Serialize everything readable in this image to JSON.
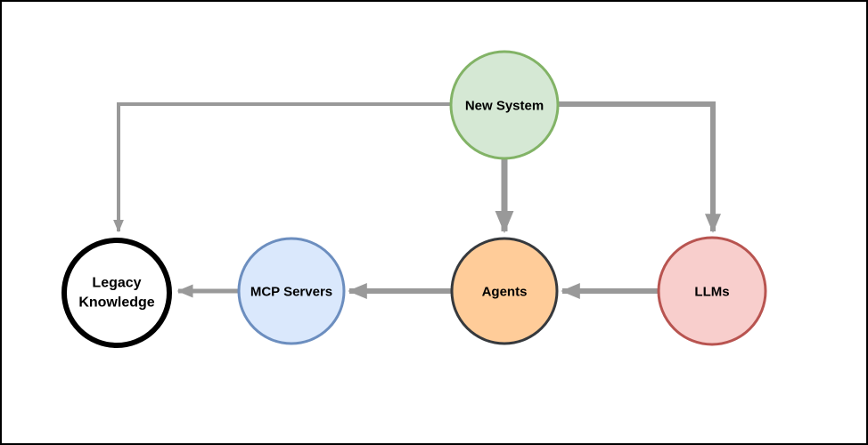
{
  "diagram": {
    "canvas": {
      "background": "#ffffff",
      "frame_color": "#000000"
    },
    "edge_color": "#999999",
    "nodes": {
      "new_system": {
        "label": "New System",
        "fill": "#d5e8d4",
        "stroke": "#82b366"
      },
      "legacy_knowledge": {
        "label": "Legacy Knowledge",
        "lines": [
          "Legacy",
          "Knowledge"
        ],
        "fill": "#ffffff",
        "stroke": "#000000"
      },
      "mcp_servers": {
        "label": "MCP Servers",
        "fill": "#dae8fc",
        "stroke": "#6c8ebf"
      },
      "agents": {
        "label": "Agents",
        "fill": "#ffcc99",
        "stroke": "#36393d"
      },
      "llms": {
        "label": "LLMs",
        "fill": "#f8cecc",
        "stroke": "#b85450"
      }
    },
    "edges": [
      {
        "from": "New System",
        "to": "Legacy Knowledge"
      },
      {
        "from": "New System",
        "to": "Agents"
      },
      {
        "from": "New System",
        "to": "LLMs"
      },
      {
        "from": "LLMs",
        "to": "Agents"
      },
      {
        "from": "Agents",
        "to": "MCP Servers"
      },
      {
        "from": "MCP Servers",
        "to": "Legacy Knowledge"
      }
    ]
  }
}
